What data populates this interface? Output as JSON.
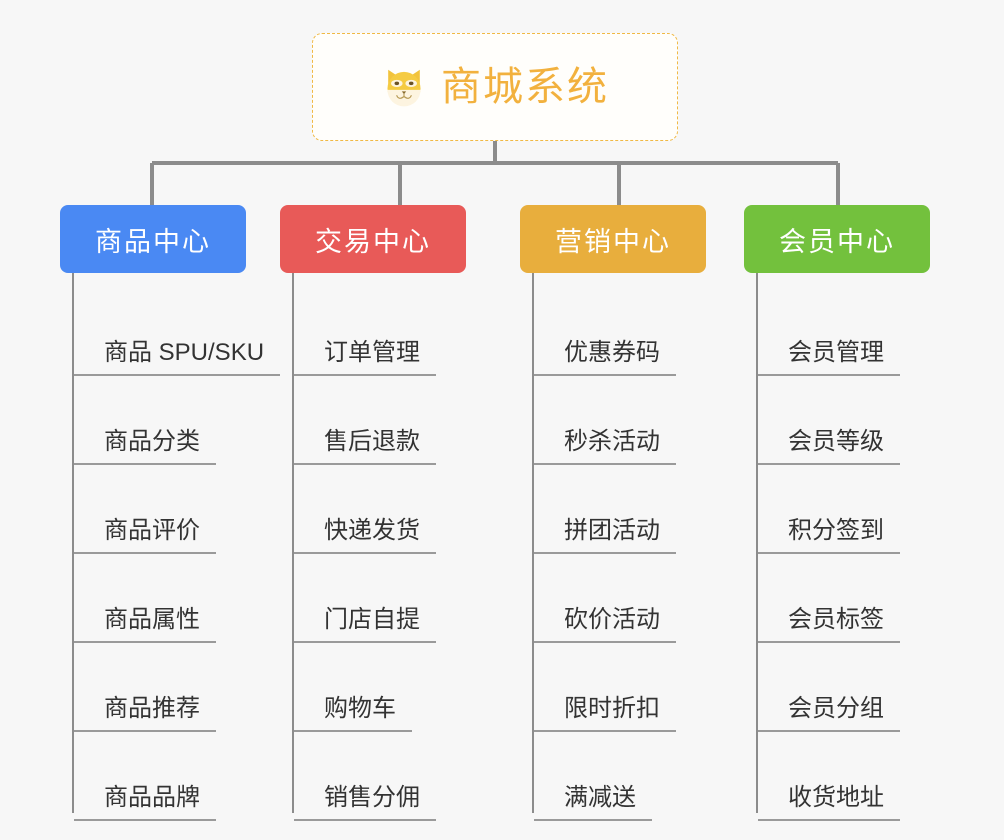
{
  "page": {
    "background_color": "#f7f7f7",
    "type": "org-chart-mindmap"
  },
  "root": {
    "title": "商城系统",
    "icon": "shiba-dog-face-icon",
    "text_color": "#f2b13e",
    "border_color": "#f0b945",
    "background_color": "#fffefb"
  },
  "columns": [
    {
      "id": "product-center",
      "label": "商品中心",
      "color": "#4a89f3",
      "items": [
        "商品 SPU/SKU",
        "商品分类",
        "商品评价",
        "商品属性",
        "商品推荐",
        "商品品牌"
      ]
    },
    {
      "id": "trade-center",
      "label": "交易中心",
      "color": "#e85a58",
      "items": [
        "订单管理",
        "售后退款",
        "快递发货",
        "门店自提",
        "购物车",
        "销售分佣"
      ]
    },
    {
      "id": "marketing-center",
      "label": "营销中心",
      "color": "#e8ae3d",
      "items": [
        "优惠券码",
        "秒杀活动",
        "拼团活动",
        "砍价活动",
        "限时折扣",
        "满减送"
      ]
    },
    {
      "id": "member-center",
      "label": "会员中心",
      "color": "#73c13d",
      "items": [
        "会员管理",
        "会员等级",
        "积分签到",
        "会员标签",
        "会员分组",
        "收货地址"
      ]
    }
  ],
  "connector": {
    "color": "#8c8c8c"
  }
}
